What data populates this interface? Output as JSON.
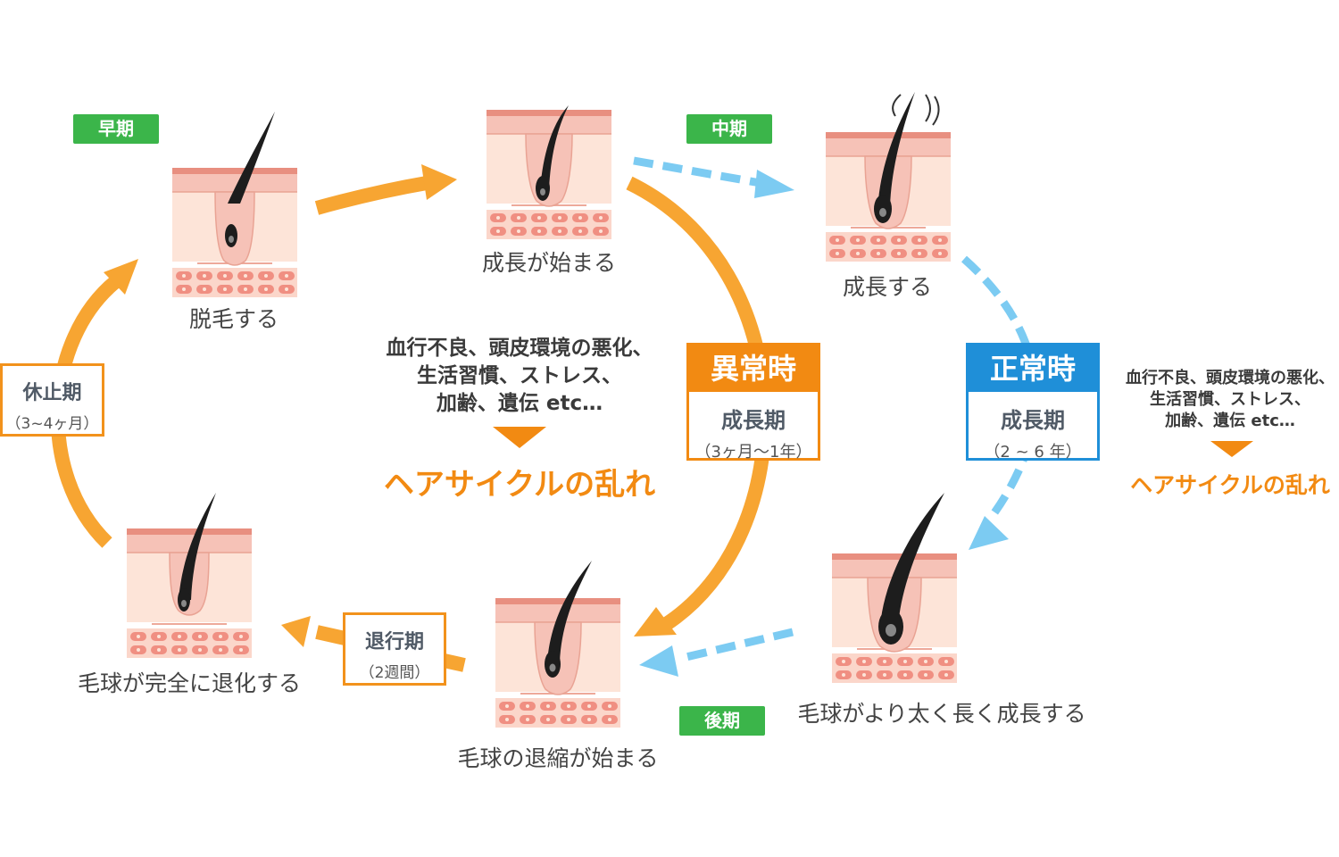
{
  "stages": {
    "shedding": "脱毛する",
    "growth_start": "成長が始まる",
    "growing": "成長する",
    "thicker": "毛球がより太く長く成長する",
    "bulb_shrink": "毛球の退縮が始まる",
    "bulb_regress": "毛球が完全に退化する"
  },
  "phase_tags": {
    "early": "早期",
    "middle": "中期",
    "late": "後期"
  },
  "periods": {
    "telogen": {
      "name": "休止期",
      "duration": "（3~4ヶ月）"
    },
    "catagen": {
      "name": "退行期",
      "duration": "（2週間）"
    }
  },
  "states": {
    "abnormal": {
      "label": "異常時",
      "period": "成長期",
      "duration": "（3ヶ月〜1年）"
    },
    "normal": {
      "label": "正常時",
      "period": "成長期",
      "duration": "（2 ~ 6 年）"
    }
  },
  "causes": {
    "center": {
      "lines": [
        "血行不良、頭皮環境の悪化、",
        "生活習慣、ストレス、",
        "加齢、遺伝 etc…"
      ],
      "result": "ヘアサイクルの乱れ"
    },
    "right": {
      "lines": [
        "血行不良、頭皮環境の悪化、",
        "生活習慣、ストレス、",
        "加齢、遺伝 etc…"
      ],
      "result": "ヘアサイクルの乱れ"
    }
  },
  "colors": {
    "orange_arrow": "#f7a532",
    "blue_arrow": "#7ccbf2",
    "phase_green": "#3bb54a",
    "abnormal_orange": "#f28a12",
    "normal_blue": "#1f8fd8",
    "skin_light": "#fde4d8",
    "skin_pink": "#f6c2b7",
    "skin_dark": "#e88f80",
    "hair": "#1d1d1d"
  }
}
